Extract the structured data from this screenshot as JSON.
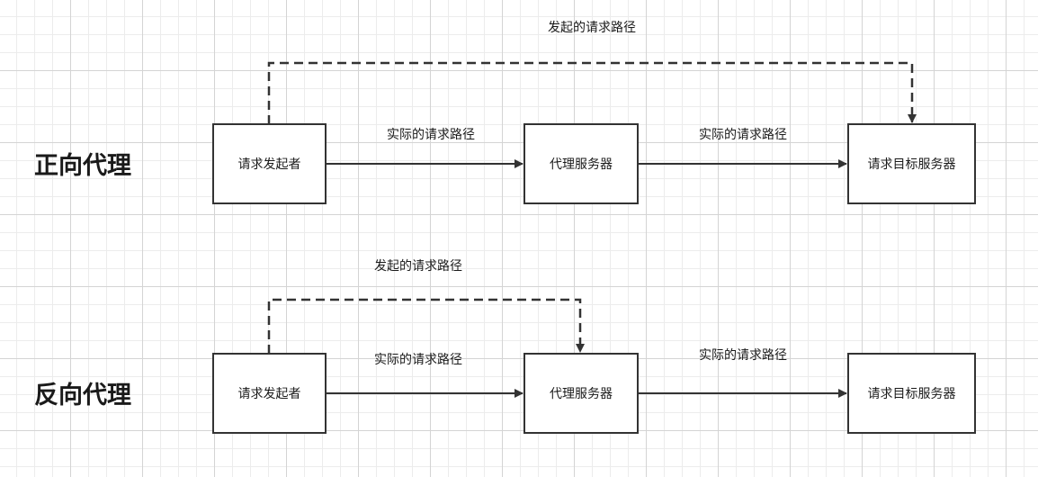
{
  "sections": {
    "forward": {
      "title": "正向代理",
      "nodes": {
        "requester": "请求发起者",
        "proxy": "代理服务器",
        "target": "请求目标服务器"
      },
      "edges": {
        "intended_path": "发起的请求路径",
        "actual_path_1": "实际的请求路径",
        "actual_path_2": "实际的请求路径"
      }
    },
    "reverse": {
      "title": "反向代理",
      "nodes": {
        "requester": "请求发起者",
        "proxy": "代理服务器",
        "target": "请求目标服务器"
      },
      "edges": {
        "intended_path": "发起的请求路径",
        "actual_path_1": "实际的请求路径",
        "actual_path_2": "实际的请求路径"
      }
    }
  },
  "colors": {
    "stroke": "#333333",
    "text": "#1a1a1a"
  }
}
